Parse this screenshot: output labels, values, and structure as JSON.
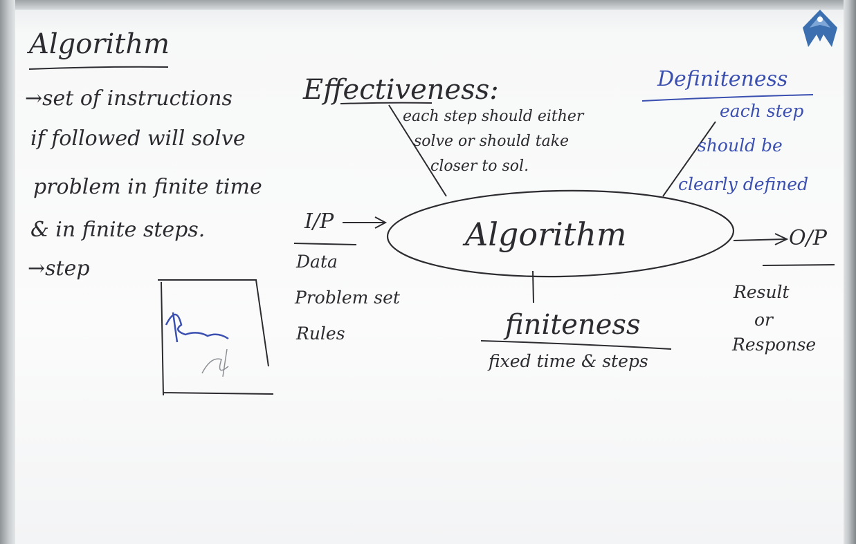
{
  "title": "Algorithm",
  "definition_lines": [
    "→set of instructions",
    "if followed will solve",
    "problem in finite time",
    "& in finite steps.",
    "→step"
  ],
  "effectiveness": {
    "heading": "Effectiveness:",
    "lines": [
      "each step should either",
      "solve or should take",
      "closer to sol."
    ]
  },
  "definiteness": {
    "heading": "Definiteness",
    "lines": [
      "each step",
      "should be",
      "clearly defined"
    ]
  },
  "center": "Algorithm",
  "input": {
    "label": "I/P",
    "items": [
      "Data",
      "Problem set",
      "Rules"
    ]
  },
  "output": {
    "label": "O/P",
    "items": [
      "Result",
      "or",
      "Response"
    ]
  },
  "finiteness": {
    "heading": "finiteness",
    "sub": "fixed time & steps"
  },
  "colors": {
    "ink": "#2b2b30",
    "blue_marker": "#3a4fb0",
    "board": "#fbfbfb",
    "frame": "#9ea3a6"
  },
  "icons": [
    "logo-icon"
  ]
}
